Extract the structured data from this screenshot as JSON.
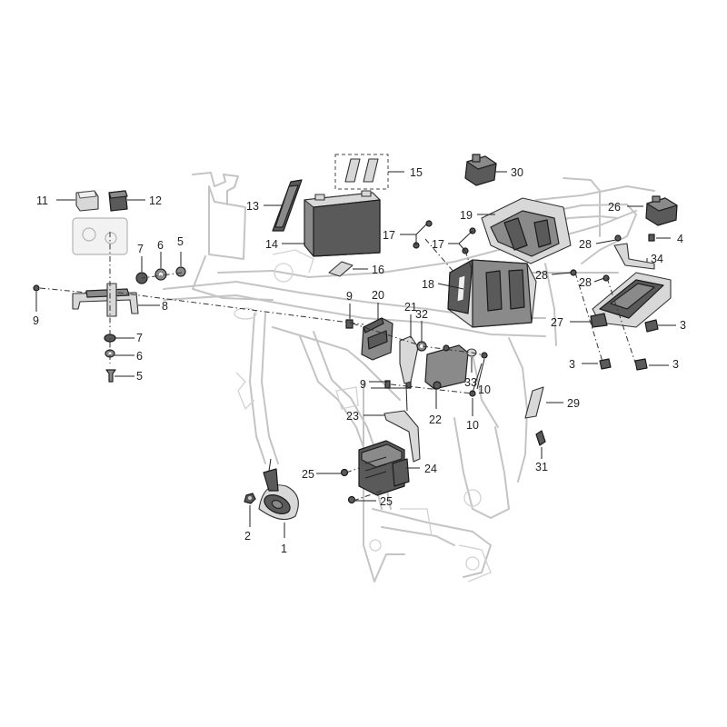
{
  "labels": {
    "l1": "1",
    "l2": "2",
    "l3a": "3",
    "l3b": "3",
    "l3c": "3",
    "l4": "4",
    "l5a": "5",
    "l5b": "5",
    "l6a": "6",
    "l6b": "6",
    "l7a": "7",
    "l7b": "7",
    "l8": "8",
    "l9a": "9",
    "l9b": "9",
    "l9c": "9",
    "l10a": "10",
    "l10b": "10",
    "l11": "11",
    "l12": "12",
    "l13": "13",
    "l14": "14",
    "l15": "15",
    "l16": "16",
    "l17a": "17",
    "l17b": "17",
    "l18": "18",
    "l19": "19",
    "l20": "20",
    "l21": "21",
    "l22": "22",
    "l23": "23",
    "l24": "24",
    "l25a": "25",
    "l25b": "25",
    "l26": "26",
    "l27": "27",
    "l28a": "28",
    "l28b": "28",
    "l28c": "28",
    "l29": "29",
    "l30": "30",
    "l31": "31",
    "l32": "32",
    "l33": "33",
    "l34": "34"
  }
}
